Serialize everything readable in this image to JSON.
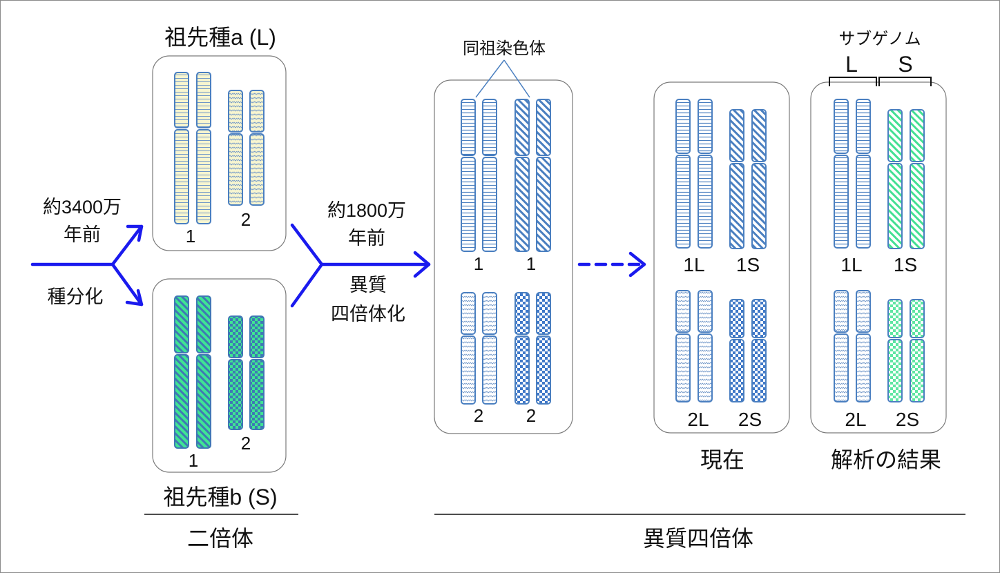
{
  "ancestor_a": {
    "title": "祖先種a (L)",
    "chr1_label": "1",
    "chr2_label": "2"
  },
  "ancestor_b": {
    "title": "祖先種b (S)",
    "chr1_label": "1",
    "chr2_label": "2"
  },
  "speciation": {
    "time_line1": "約3400万",
    "time_line2": "年前",
    "event": "種分化"
  },
  "allotetraploidization": {
    "time_line1": "約1800万",
    "time_line2": "年前",
    "event_line1": "異質",
    "event_line2": "四倍体化"
  },
  "homologous_label": "同祖染色体",
  "tetraploid_box": {
    "labels": [
      "1",
      "1",
      "2",
      "2"
    ]
  },
  "present_box": {
    "labels": [
      "1L",
      "1S",
      "2L",
      "2S"
    ],
    "caption": "現在"
  },
  "result_box": {
    "subgenome_title": "サブゲノム",
    "subgenome_l": "L",
    "subgenome_s": "S",
    "labels": [
      "1L",
      "1S",
      "2L",
      "2S"
    ],
    "caption": "解析の結果"
  },
  "footer": {
    "diploid": "二倍体",
    "tetraploid": "異質四倍体"
  },
  "colors": {
    "chromosome_outline": "#4a7fc0",
    "ancestor_a_fill": "#f6f4c4",
    "ancestor_b_fill": "#39e88e",
    "arrow": "#1a1aee",
    "box_border": "#7a7a7a"
  }
}
